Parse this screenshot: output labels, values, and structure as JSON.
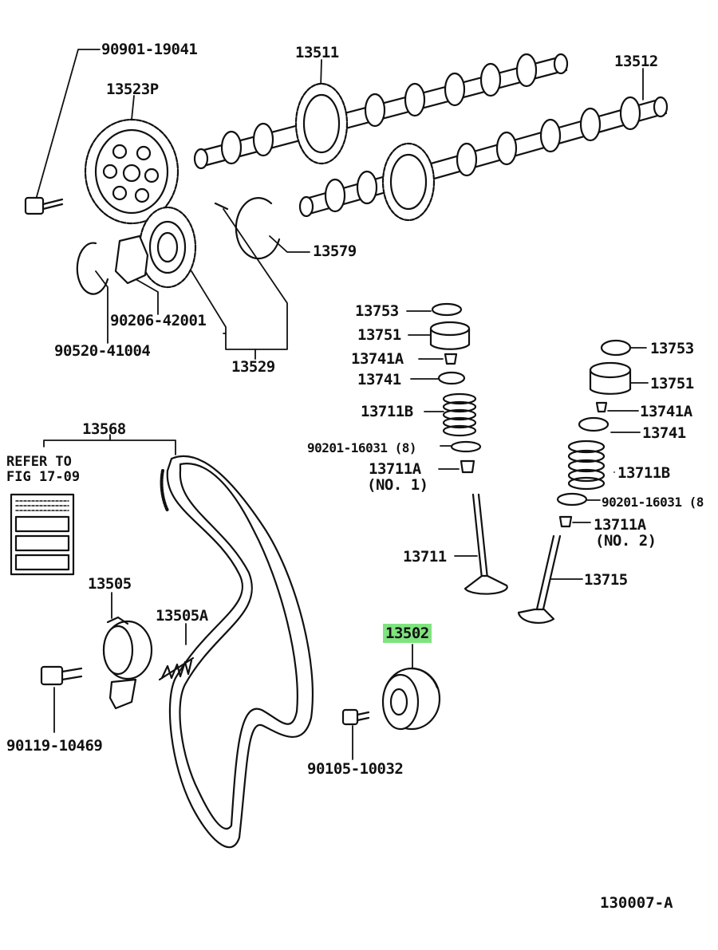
{
  "callouts": {
    "p90901": "90901-19041",
    "p13511": "13511",
    "p13512": "13512",
    "p13523P": "13523P",
    "p13579": "13579",
    "p90206": "90206-42001",
    "p90520": "90520-41004",
    "p13529": "13529",
    "p13753a": "13753",
    "p13751a": "13751",
    "p13741Aa": "13741A",
    "p13741a": "13741",
    "p13711Ba": "13711B",
    "p90201a": "90201-16031 (8)",
    "p13711Aa": "13711A",
    "no1": "(NO. 1)",
    "p13711": "13711",
    "p13753b": "13753",
    "p13751b": "13751",
    "p13741Ab": "13741A",
    "p13741b": "13741",
    "p13711Bb": "13711B",
    "p90201b": "90201-16031 (8",
    "p13711Ab": "13711A",
    "no2": "(NO. 2)",
    "p13715": "13715",
    "p13568": "13568",
    "p13505": "13505",
    "p13505A": "13505A",
    "p13502": "13502",
    "p90119": "90119-10469",
    "p90105": "90105-10032"
  },
  "refer": {
    "line1": "REFER TO",
    "line2": "FIG 17-09"
  },
  "figure_id": "130007-A",
  "colors": {
    "highlight": "#7fe37f",
    "ink": "#111111"
  }
}
